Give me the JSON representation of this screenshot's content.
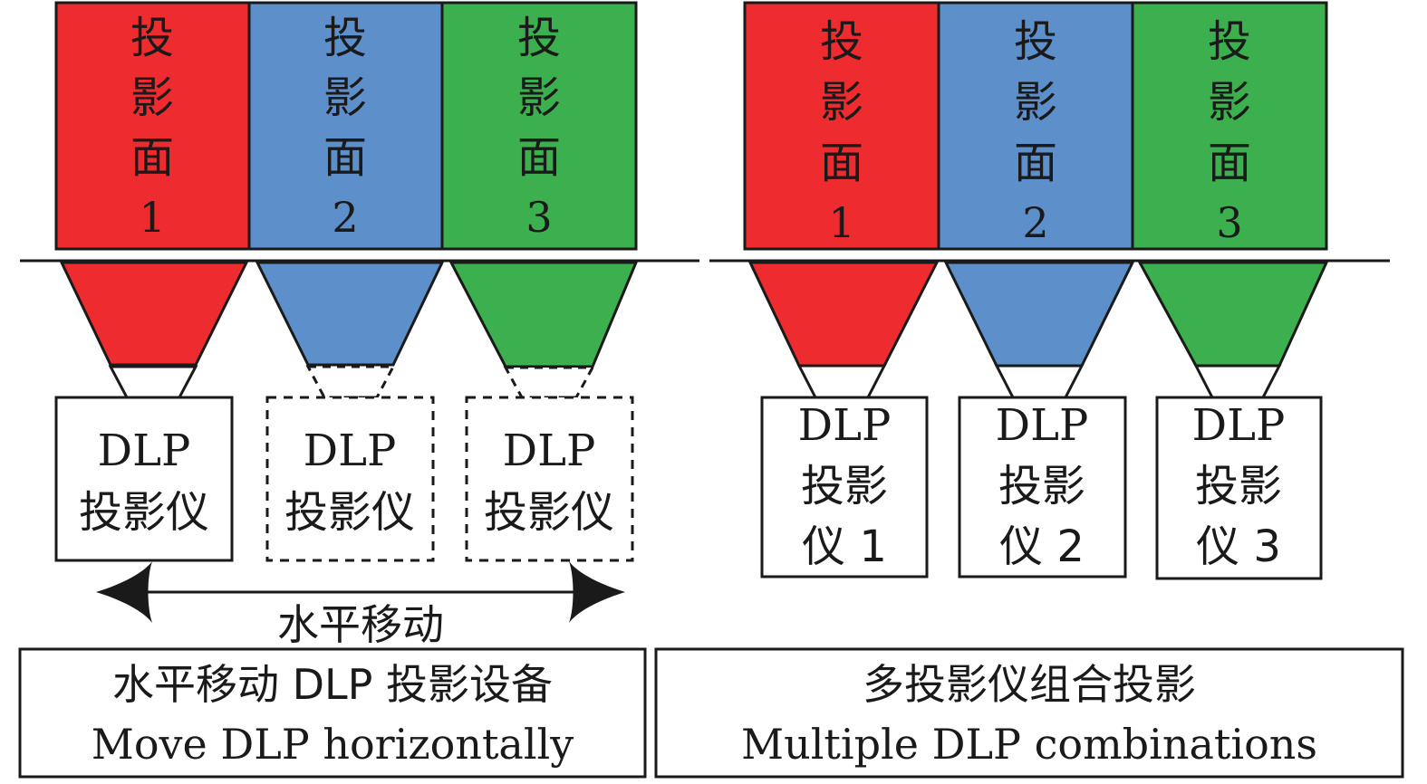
{
  "colors": {
    "red": "#ee2b2f",
    "blue": "#5d8fcb",
    "green": "#3cb04e",
    "line": "#1a1a1a"
  },
  "left": {
    "surfaces": [
      {
        "chars": [
          "投",
          "影",
          "面"
        ],
        "num": "1"
      },
      {
        "chars": [
          "投",
          "影",
          "面"
        ],
        "num": "2"
      },
      {
        "chars": [
          "投",
          "影",
          "面"
        ],
        "num": "3"
      }
    ],
    "projector": {
      "line1": "DLP",
      "line2": "投影仪"
    },
    "arrow_label": "水平移动",
    "caption_cn": "水平移动 DLP 投影设备",
    "caption_en": "Move DLP horizontally"
  },
  "right": {
    "surfaces": [
      {
        "chars": [
          "投",
          "影",
          "面"
        ],
        "num": "1"
      },
      {
        "chars": [
          "投",
          "影",
          "面"
        ],
        "num": "2"
      },
      {
        "chars": [
          "投",
          "影",
          "面"
        ],
        "num": "3"
      }
    ],
    "projectors": [
      {
        "line1": "DLP",
        "line2": "投影",
        "line3": "仪 1"
      },
      {
        "line1": "DLP",
        "line2": "投影",
        "line3": "仪 2"
      },
      {
        "line1": "DLP",
        "line2": "投影",
        "line3": "仪 3"
      }
    ],
    "caption_cn": "多投影仪组合投影",
    "caption_en": "Multiple DLP combinations"
  }
}
